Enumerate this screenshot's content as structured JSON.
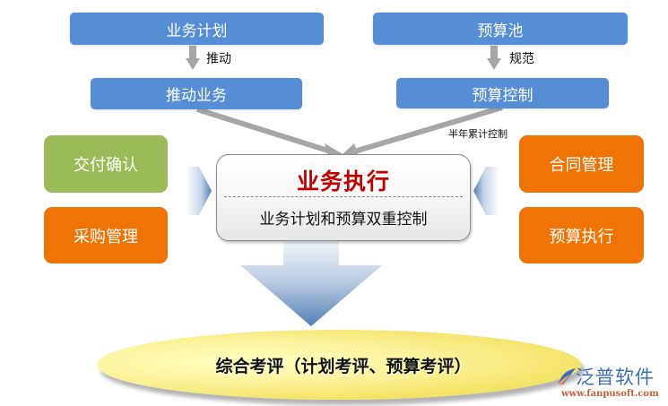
{
  "top_left": {
    "box1": "业务计划",
    "arrow_label": "推动",
    "box2": "推动业务"
  },
  "top_right": {
    "box1": "预算池",
    "arrow_label": "规范",
    "box2": "预算控制",
    "connector_label": "半年累计控制"
  },
  "left_boxes": [
    {
      "label": "交付确认",
      "color": "#9bbb59"
    },
    {
      "label": "采购管理",
      "color": "#f07405"
    }
  ],
  "right_boxes": [
    {
      "label": "合同管理",
      "color": "#f07405"
    },
    {
      "label": "预算执行",
      "color": "#f07405"
    }
  ],
  "center": {
    "title": "业务执行",
    "subtitle": "业务计划和预算双重控制"
  },
  "result": {
    "label": "综合考评（计划考评、预算考评）"
  },
  "logo": {
    "name": "泛普软件",
    "url": "www.fanpusoft.com"
  },
  "colors": {
    "blue_box": "#558ed5",
    "green_box": "#9bbb59",
    "orange_box": "#f07405",
    "title_red": "#c00000",
    "arrow_gray": "#a6a6a6"
  }
}
